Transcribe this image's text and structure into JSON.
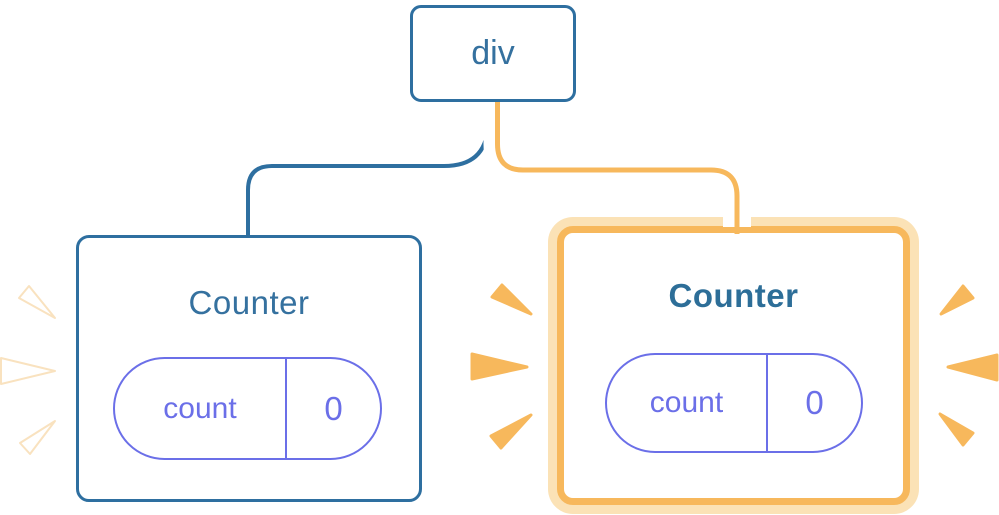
{
  "diagram": {
    "description": "React component tree with re-rendering counters",
    "root": {
      "label": "div"
    },
    "children": [
      {
        "label": "Counter",
        "state_key": "count",
        "state_value": "0",
        "highlighted": false
      },
      {
        "label": "Counter",
        "state_key": "count",
        "state_value": "0",
        "highlighted": true
      }
    ]
  },
  "colors": {
    "bg": "#FFFFFF",
    "blue-stroke": "#2E6FA0",
    "blue-text": "#35719F",
    "blue-bold": "#2D6E98",
    "indigo": "#6B6FE8",
    "orange": "#F7B85C",
    "orange-light": "#FBE2B6",
    "orange-faint": "#F9E2BF",
    "casing": "#FFFFFF"
  }
}
